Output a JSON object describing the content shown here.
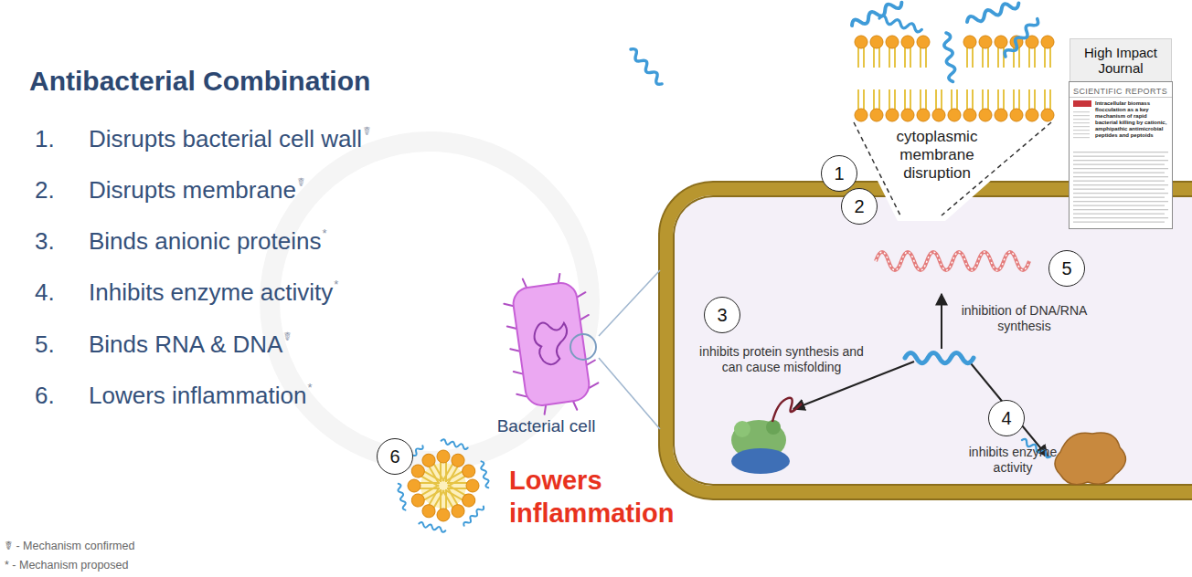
{
  "diagram": {
    "title": "Antibacterial Combination",
    "nodes": [
      {
        "text": [
          "High Impact Journal"
        ]
      },
      {
        "text": [
          "SCIENTIFIC REPORTS",
          "Intracellular biomass flocculation as a key mechanism of rapid bacterial killing by cationic, amphipathic antimicrobial peptides and peptoids"
        ],
        "in": 0
      },
      {
        "text": [
          "1"
        ]
      },
      {
        "text": [
          "2"
        ]
      },
      {
        "text": [
          "inhibition of DNA/RNA synthesis",
          "inhibits protein synthesis and can cause misfolding",
          "inhibits enzyme activity"
        ]
      },
      {
        "text": [
          "5"
        ],
        "in": 4
      },
      {
        "text": [
          "3"
        ],
        "in": 4
      },
      {
        "text": [
          "4"
        ],
        "in": 4
      },
      {
        "text": [
          "Bacterial cell"
        ]
      },
      {
        "text": [
          "6"
        ]
      }
    ],
    "edges": [
      {
        "from": 8,
        "to": 4,
        "arrow": "none"
      },
      {
        "from": 8,
        "to": 4,
        "arrow": "none"
      }
    ],
    "labels": [
      "1.",
      "Disrupts bacterial cell wall",
      "☤",
      "2.",
      "Disrupts membrane",
      "☤",
      "3.",
      "Binds anionic proteins",
      "*",
      "4.",
      "Inhibits enzyme activity",
      "*",
      "5.",
      "Binds RNA & DNA",
      "☤",
      "6.",
      "Lowers inflammation",
      "*",
      "cytoplasmic membrane disruption",
      "Lowers inflammation"
    ],
    "legend": [
      {
        "text": "☤ - Mechanism confirmed"
      },
      {
        "text": "* - Mechanism proposed"
      }
    ]
  }
}
